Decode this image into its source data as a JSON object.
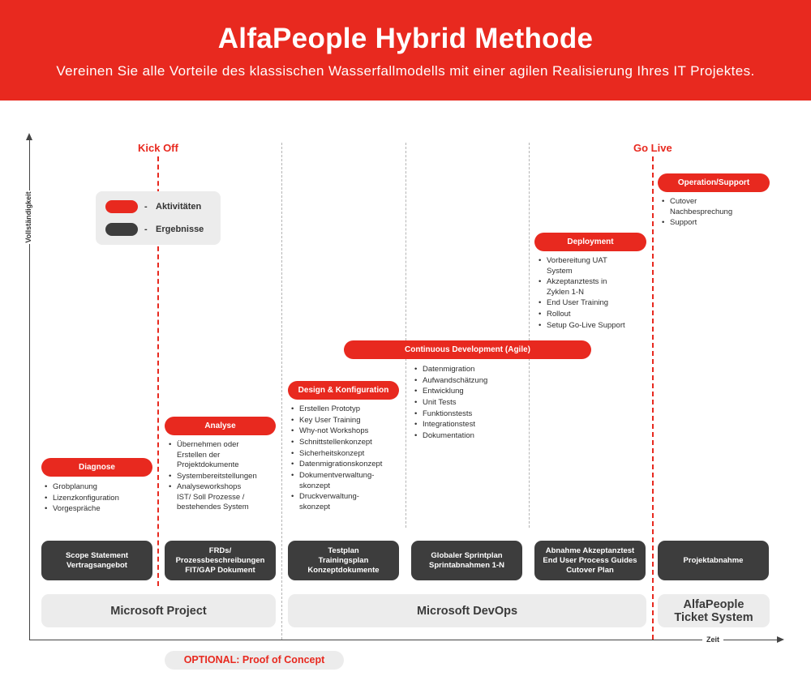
{
  "header": {
    "title": "AlfaPeople Hybrid Methode",
    "subtitle": "Vereinen Sie alle Vorteile des klassischen Wasserfallmodells mit einer agilen Realisierung Ihres IT Projektes."
  },
  "axes": {
    "y_label": "Vollständigkeit",
    "x_label": "Zeit"
  },
  "milestones": {
    "kickoff": "Kick Off",
    "golive": "Go Live"
  },
  "legend": {
    "dash": "-",
    "activities": "Aktivitäten",
    "results": "Ergebnisse",
    "activity_color": "#e8291f",
    "result_color": "#3d3d3d"
  },
  "phases": [
    {
      "title": "Diagnose",
      "items": [
        "Grobplanung",
        "Lizenzkonfiguration",
        "Vorgespräche"
      ]
    },
    {
      "title": "Analyse",
      "items": [
        "Übernehmen oder\nErstellen der\nProjektdokumente",
        "Systembereitstellungen",
        "Analyseworkshops\nIST/ Soll Prozesse /\nbestehendes System"
      ]
    },
    {
      "title": "Design & Konfiguration",
      "items": [
        "Erstellen Prototyp",
        "Key User Training",
        "Why-not Workshops",
        "Schnittstellenkonzept",
        "Sicherheitskonzept",
        "Datenmigrationskonzept",
        "Dokumentverwaltung-\nskonzept",
        "Druckverwaltung-\nskonzept"
      ]
    },
    {
      "title": "Continuous Development (Agile)",
      "items": [
        "Datenmigration",
        "Aufwandschätzung",
        "Entwicklung",
        "Unit Tests",
        "Funktionstests",
        "Integrationstest",
        "Dokumentation"
      ]
    },
    {
      "title": "Deployment",
      "items": [
        "Vorbereitung UAT\nSystem",
        "Akzeptanztests in\nZyklen 1-N",
        "End User Training",
        "Rollout",
        "Setup Go-Live Support"
      ]
    },
    {
      "title": "Operation/Support",
      "items": [
        "Cutover\nNachbesprechung",
        "Support"
      ]
    }
  ],
  "results": [
    "Scope Statement\nVertragsangebot",
    "FRDs/\nProzessbeschreibungen\nFIT/GAP Dokument",
    "Testplan\nTrainingsplan\nKonzeptdokumente",
    "Globaler Sprintplan\nSprintabnahmen 1-N",
    "Abnahme Akzeptanztest\nEnd User Process Guides\nCutover Plan",
    "Projektabnahme"
  ],
  "tools": [
    "Microsoft Project",
    "Microsoft DevOps",
    "AlfaPeople\nTicket System"
  ],
  "optional": "OPTIONAL: Proof of Concept",
  "colors": {
    "accent": "#e8291f",
    "dark": "#3d3d3d",
    "light_gray": "#ececec"
  }
}
